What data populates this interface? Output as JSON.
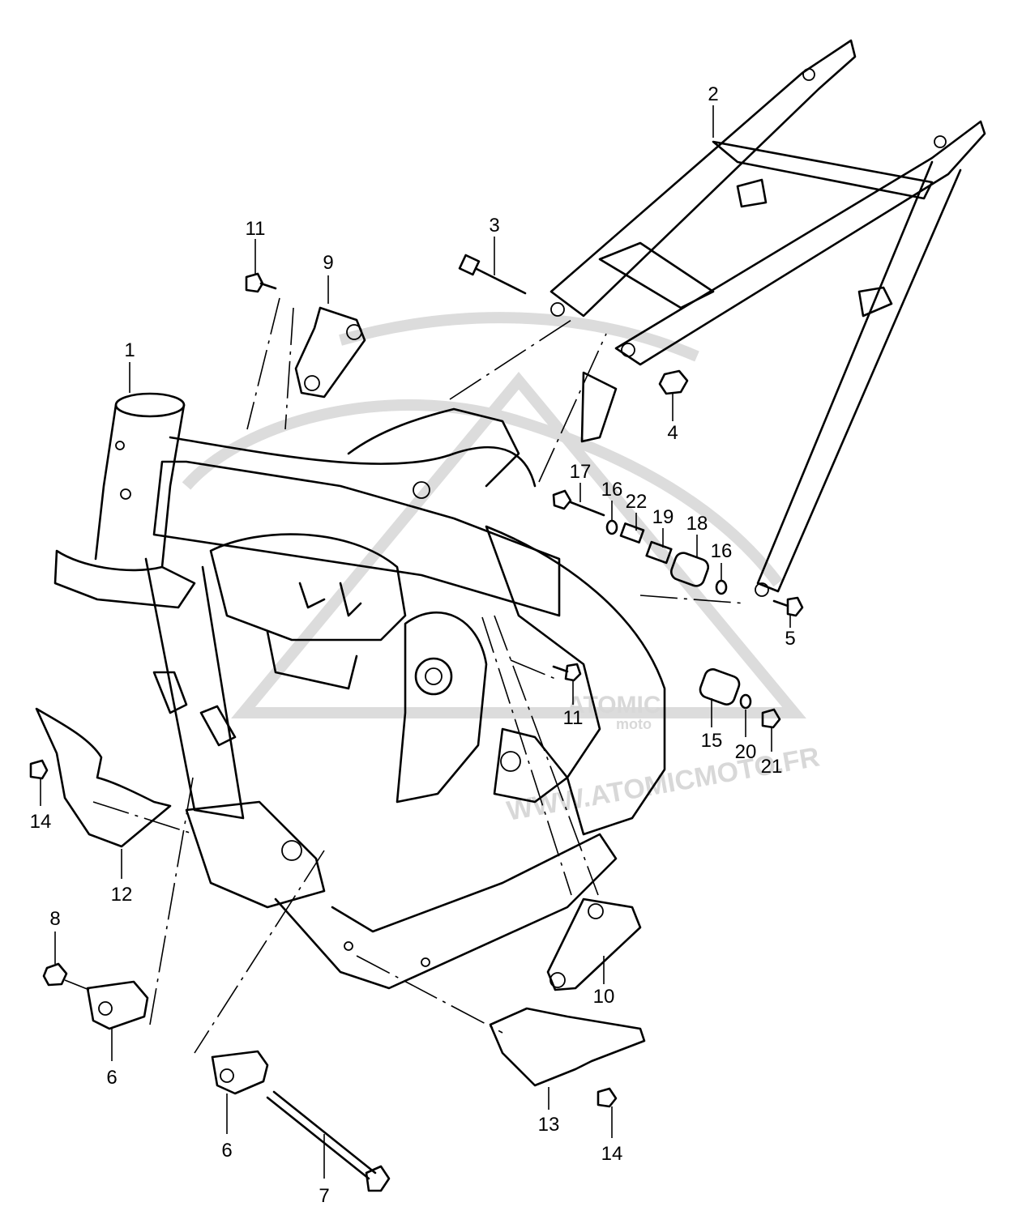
{
  "watermark": {
    "url_text": "WWW.ATOMICMOTO.FR",
    "logo_text": "ATOMIC",
    "logo_sub": "moto"
  },
  "callouts": [
    {
      "id": "c1",
      "text": "1"
    },
    {
      "id": "c2",
      "text": "2"
    },
    {
      "id": "c3",
      "text": "3"
    },
    {
      "id": "c4",
      "text": "4"
    },
    {
      "id": "c5",
      "text": "5"
    },
    {
      "id": "c6a",
      "text": "6"
    },
    {
      "id": "c6b",
      "text": "6"
    },
    {
      "id": "c7",
      "text": "7"
    },
    {
      "id": "c8",
      "text": "8"
    },
    {
      "id": "c9",
      "text": "9"
    },
    {
      "id": "c10",
      "text": "10"
    },
    {
      "id": "c11a",
      "text": "11"
    },
    {
      "id": "c11b",
      "text": "11"
    },
    {
      "id": "c12",
      "text": "12"
    },
    {
      "id": "c13",
      "text": "13"
    },
    {
      "id": "c14a",
      "text": "14"
    },
    {
      "id": "c14b",
      "text": "14"
    },
    {
      "id": "c15",
      "text": "15"
    },
    {
      "id": "c16a",
      "text": "16"
    },
    {
      "id": "c16b",
      "text": "16"
    },
    {
      "id": "c17",
      "text": "17"
    },
    {
      "id": "c18",
      "text": "18"
    },
    {
      "id": "c19",
      "text": "19"
    },
    {
      "id": "c20",
      "text": "20"
    },
    {
      "id": "c21",
      "text": "21"
    },
    {
      "id": "c22",
      "text": "22"
    }
  ]
}
